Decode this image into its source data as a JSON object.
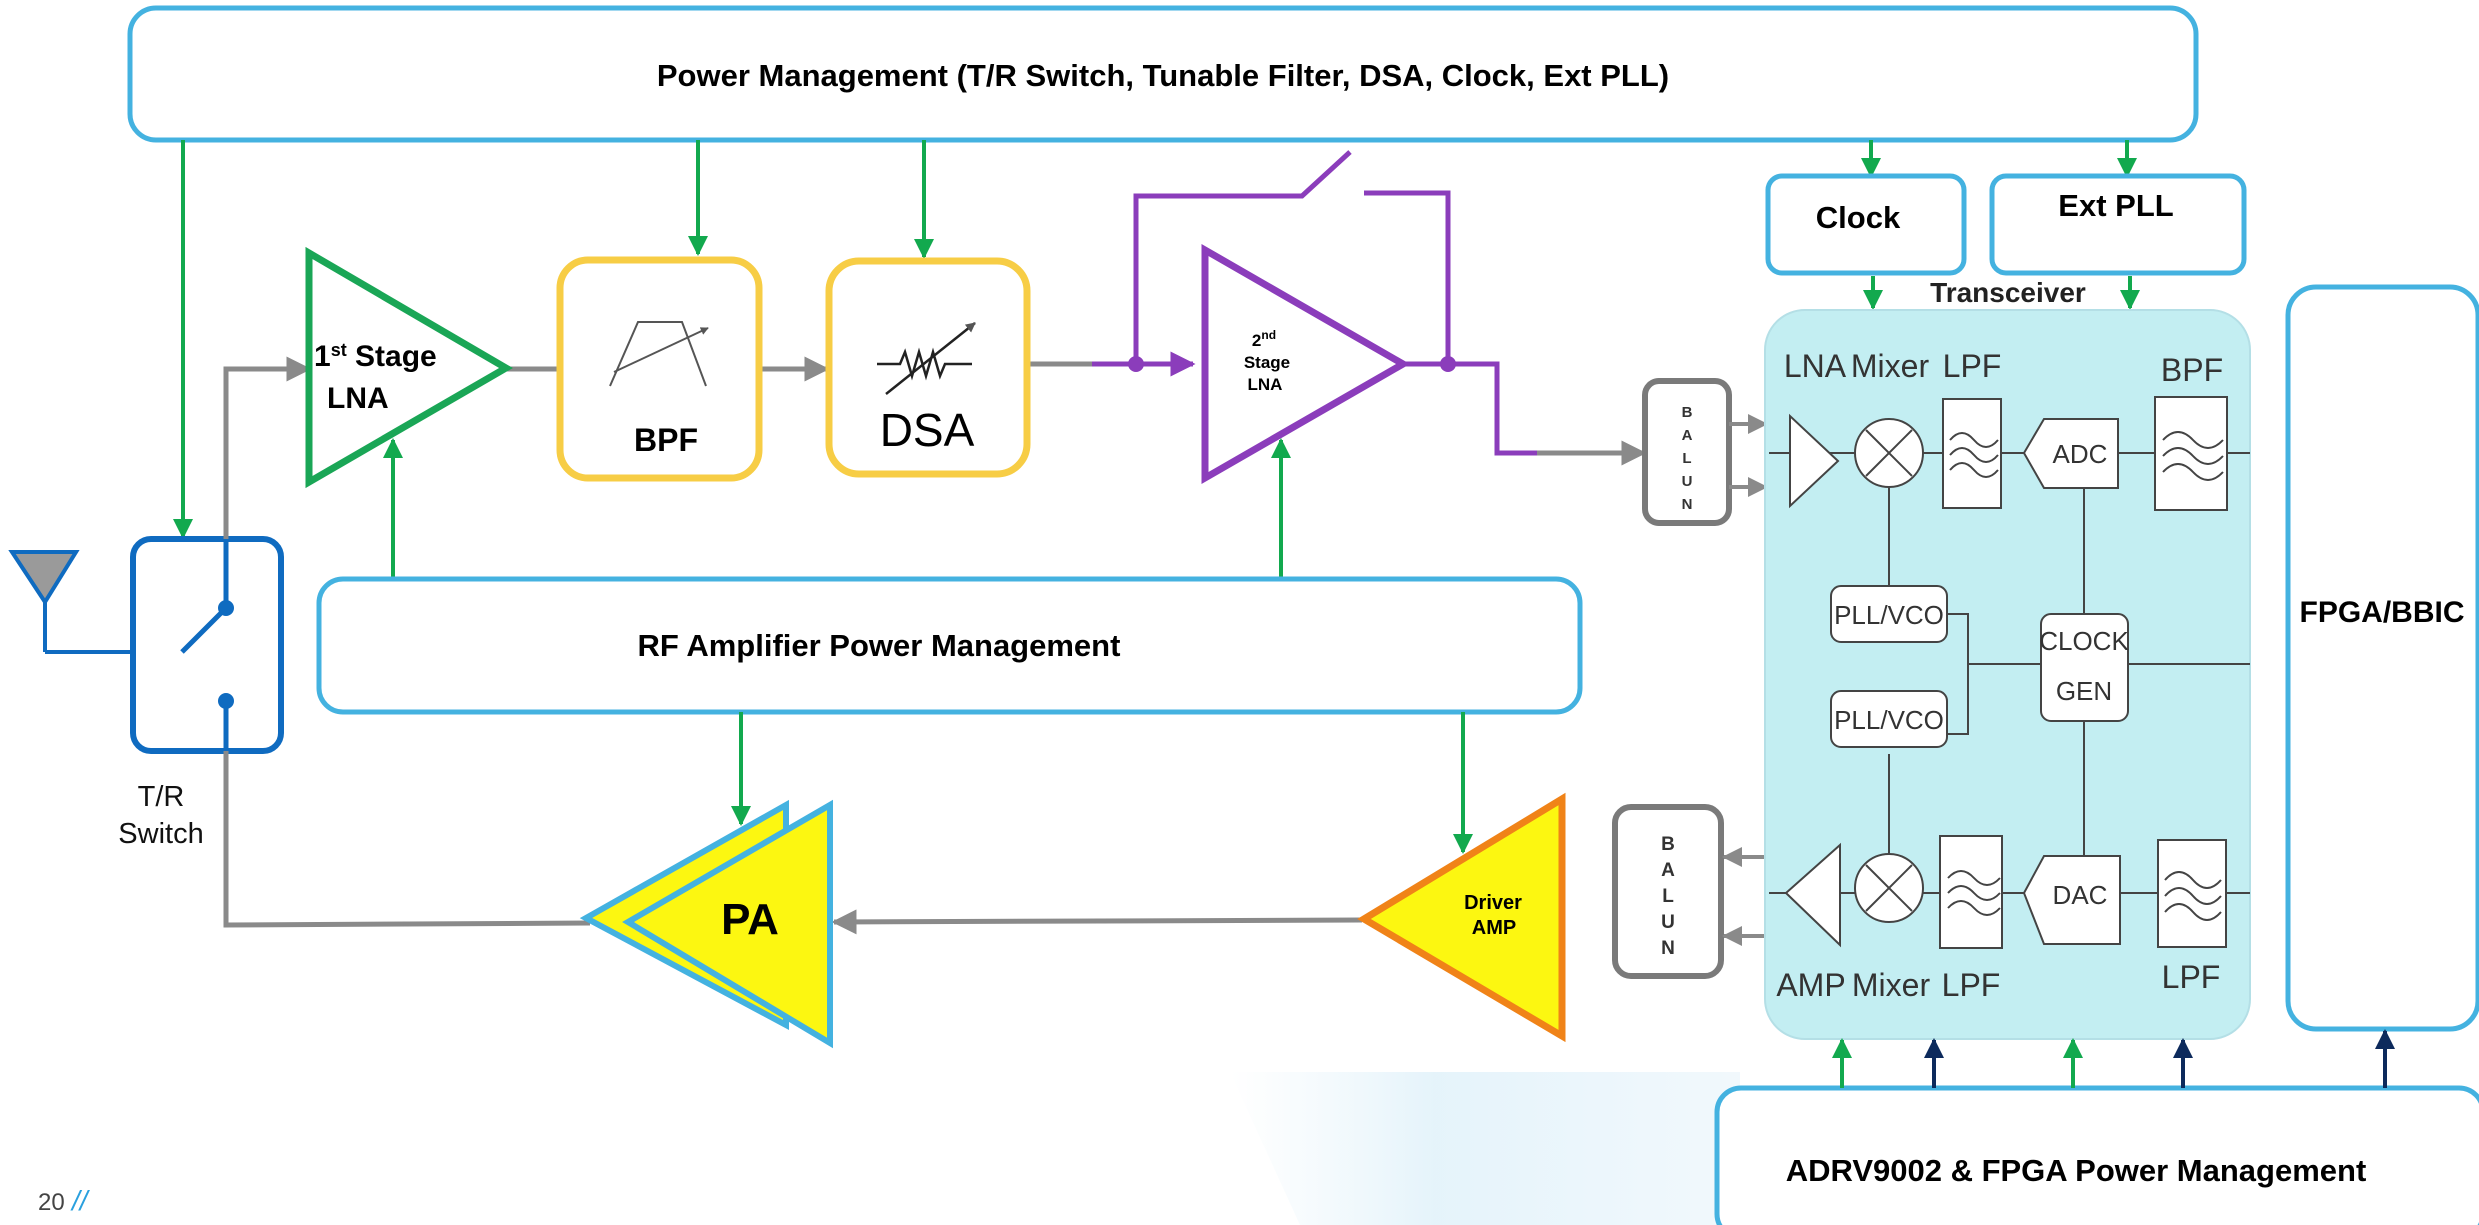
{
  "colors": {
    "box_border": "#44b2e0",
    "green_arrow": "#12a94e",
    "lna_green": "#1aa656",
    "filter_yellow": "#f7cd45",
    "purple": "#8b3dbb",
    "pa_fill": "#fcf711",
    "driver_border": "#f08318",
    "switch_blue": "#0f6bc0",
    "gray_line": "#8a8a8a",
    "navy_arrow": "#0d2a5c",
    "transceiver_bg": "#c3eef2",
    "slash_blue": "#2aa0de"
  },
  "blocks": {
    "top_power": "Power Management (T/R Switch, Tunable Filter, DSA, Clock, Ext PLL)",
    "clock": "Clock",
    "ext_pll": "Ext PLL",
    "rf_amp_power": "RF Amplifier Power Management",
    "fpga_bbic": "FPGA/BBIC",
    "adrv_power": "ADRV9002 & FPGA  Power Management",
    "bpf": "BPF",
    "dsa": "DSA",
    "lna1_sup": "st",
    "lna1_pre": "1",
    "lna1_stage": " Stage",
    "lna1_lna": "LNA",
    "lna2_num": "2",
    "lna2_sup": "nd",
    "lna2_stage": "Stage",
    "lna2_lna": "LNA",
    "pa": "PA",
    "driver_line1": "Driver",
    "driver_line2": "AMP",
    "tr_switch_line1": "T/R",
    "tr_switch_line2": "Switch",
    "balun_letters": [
      "B",
      "A",
      "L",
      "U",
      "N"
    ]
  },
  "transceiver": {
    "title": "Transceiver",
    "top_labels": {
      "lna": "LNA",
      "mixer": "Mixer",
      "lpf": "LPF",
      "bpf": "BPF",
      "adc": "ADC"
    },
    "middle": {
      "pll_vco_1": "PLL/VCO",
      "pll_vco_2": "PLL/VCO",
      "clock_gen_1": "CLOCK",
      "clock_gen_2": "GEN"
    },
    "bottom_labels": {
      "amp": "AMP",
      "mixer": "Mixer",
      "lpf": "LPF",
      "lpf2": "LPF",
      "dac": "DAC"
    }
  },
  "footer": {
    "page_number": "20",
    "slash": "//"
  }
}
